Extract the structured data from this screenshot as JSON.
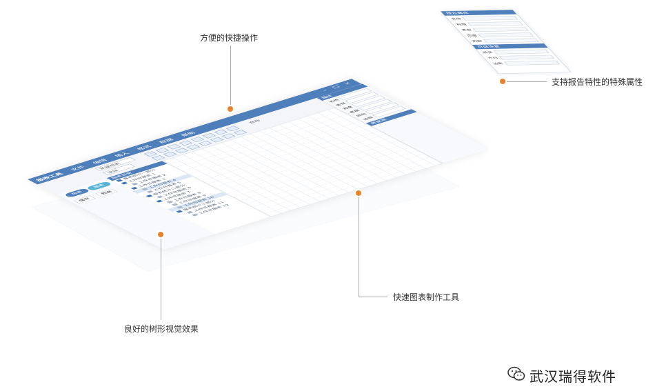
{
  "callouts": {
    "shortcut_ops": "方便的快捷操作",
    "special_attrs": "支持报告特性的特殊属性",
    "chart_tool": "快速图表制作工具",
    "tree_effect": "良好的树形视觉效果"
  },
  "watermark": {
    "text": "武汉瑞得软件",
    "icon": "wechat-icon"
  },
  "app": {
    "name": "报表工具",
    "menus": [
      "文件",
      "编辑",
      "插入",
      "格式",
      "数据",
      "帮助"
    ],
    "window_buttons": [
      "最小化",
      "还原",
      "关闭"
    ],
    "toolbar_combo": "新建报表",
    "toolbar_combo_2": "宋体",
    "toolbar_label": "自动",
    "left_pills": [
      "报表",
      "图表"
    ],
    "left_tabs": [
      "属性",
      "数据"
    ],
    "tree_title": "报表目录",
    "tree_items": [
      {
        "label": "报表统计一部分",
        "type": "folder"
      },
      {
        "label": "工作日报表 1",
        "type": "folder"
      },
      {
        "label": "工作日报表 2",
        "type": "doc"
      },
      {
        "label": "工作日报表 3",
        "type": "folder"
      },
      {
        "label": "工作日报表 4",
        "type": "doc",
        "selected": true
      },
      {
        "label": "工作日报表 5",
        "type": "doc"
      },
      {
        "label": "报表统计二部分",
        "type": "folder"
      },
      {
        "label": "工作日报表 6",
        "type": "doc"
      },
      {
        "label": "工作日报表 7",
        "type": "folder"
      },
      {
        "label": "工作日报表 8",
        "type": "doc"
      },
      {
        "label": "工作日报表 9",
        "type": "doc"
      },
      {
        "label": "工作日报表 10",
        "type": "doc",
        "selected": true
      },
      {
        "label": "报表统计三部分",
        "type": "folder"
      },
      {
        "label": "工作日报表 11",
        "type": "doc"
      },
      {
        "label": "工作日报表 12",
        "type": "doc"
      }
    ],
    "props_title": "属性",
    "props_rows": [
      "名称",
      "类型",
      "宽度",
      "高度",
      "颜色",
      "边框"
    ],
    "props_title_2": "数据源"
  },
  "float_panel": {
    "title": "报告属性",
    "rows": [
      "名称",
      "标题",
      "类型",
      "页眉",
      "页脚"
    ],
    "title_2": "页面设置",
    "rows_2": [
      "纸张",
      "方向",
      "边距"
    ]
  },
  "colors": {
    "accent": "#4f7fba",
    "dot": "#e8832d",
    "line": "#a9a9a9"
  }
}
